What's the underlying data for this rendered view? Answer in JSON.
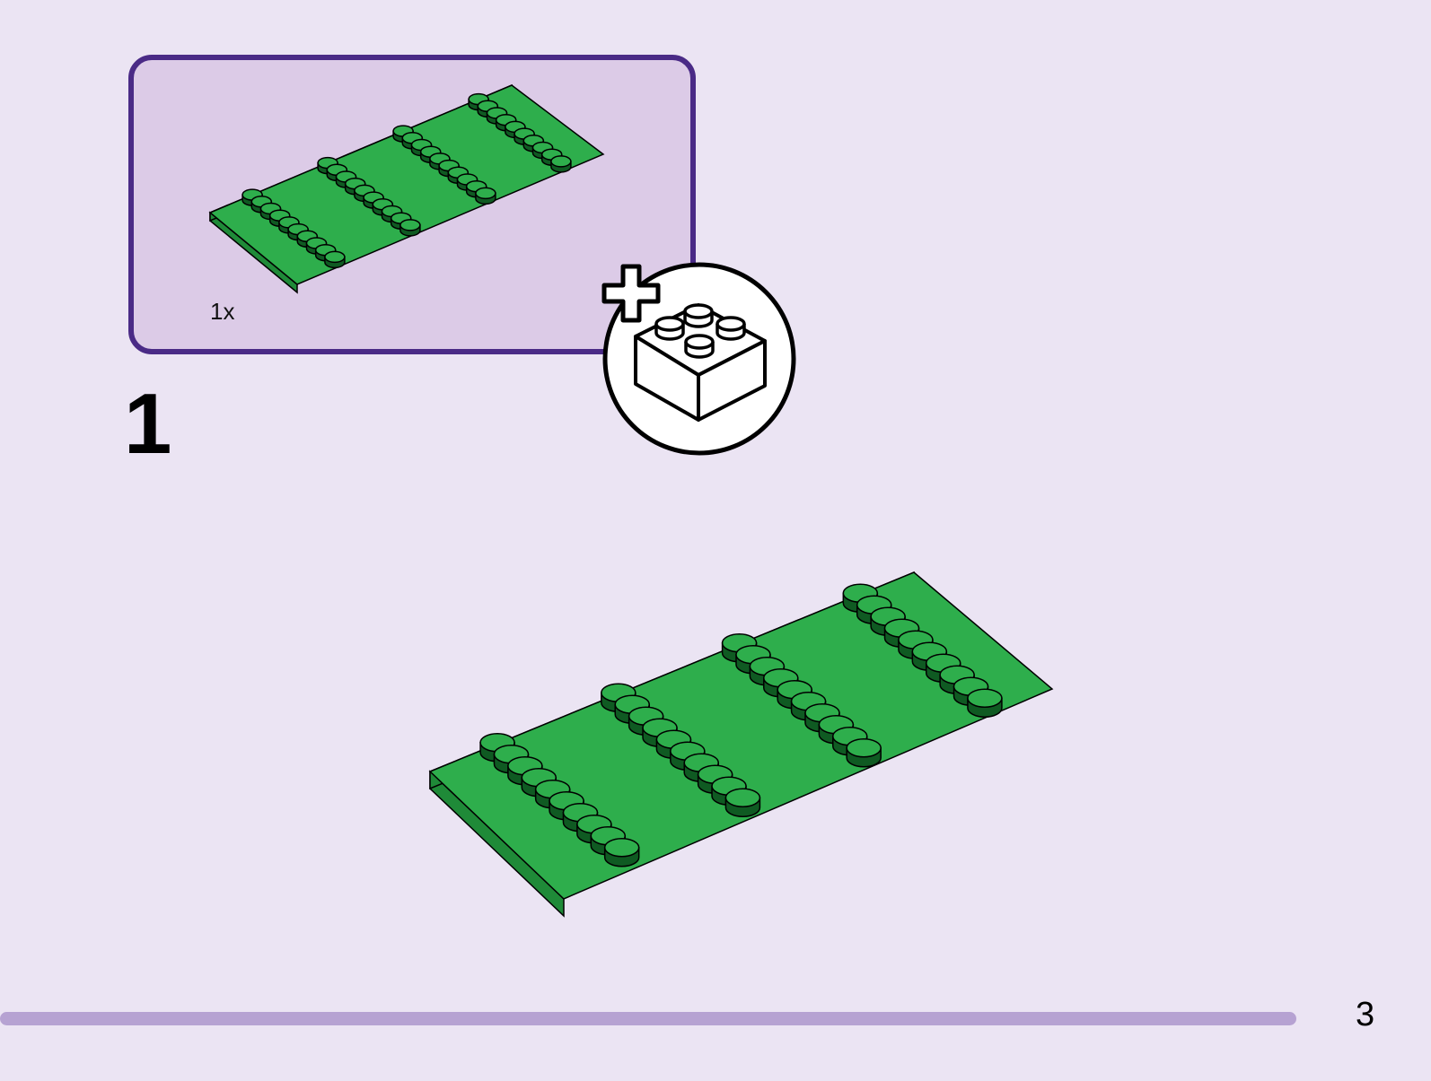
{
  "colors": {
    "background": "#ebe4f3",
    "callout_border": "#4a2a86",
    "callout_fill": "#dccbe7",
    "plate_green": "#2eae4c",
    "plate_green_side": "#1f8a38",
    "progress_bar": "#b6a2d2"
  },
  "callout": {
    "part": "green-4x10-plate",
    "quantity_label": "1x"
  },
  "badge": {
    "icon": "add-new-brick-icon"
  },
  "step": {
    "number": "1",
    "model": "green-4x10-plate"
  },
  "progress": {
    "fraction": 0.92
  },
  "page": {
    "number": "3"
  }
}
